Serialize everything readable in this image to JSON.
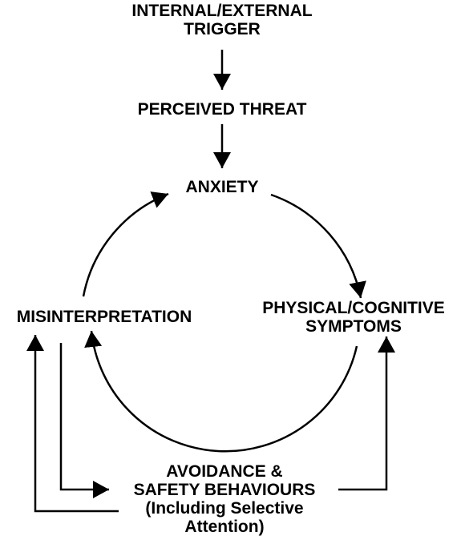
{
  "nodes": {
    "trigger": {
      "line1": "INTERNAL/EXTERNAL",
      "line2": "TRIGGER"
    },
    "threat": {
      "label": "PERCEIVED THREAT"
    },
    "anxiety": {
      "label": "ANXIETY"
    },
    "symptoms": {
      "line1": "PHYSICAL/COGNITIVE",
      "line2": "SYMPTOMS"
    },
    "misinterpretation": {
      "label": "MISINTERPRETATION"
    },
    "avoidance": {
      "line1": "AVOIDANCE &",
      "line2": "SAFETY BEHAVIOURS",
      "line3": "(Including Selective",
      "line4": "Attention)"
    }
  },
  "edges": [
    {
      "from": "trigger",
      "to": "threat"
    },
    {
      "from": "threat",
      "to": "anxiety"
    },
    {
      "from": "anxiety",
      "to": "symptoms"
    },
    {
      "from": "symptoms",
      "to": "misinterpretation"
    },
    {
      "from": "misinterpretation",
      "to": "anxiety"
    },
    {
      "from": "misinterpretation",
      "to": "avoidance"
    },
    {
      "from": "avoidance",
      "to": "symptoms"
    },
    {
      "from": "avoidance",
      "to": "misinterpretation"
    }
  ]
}
